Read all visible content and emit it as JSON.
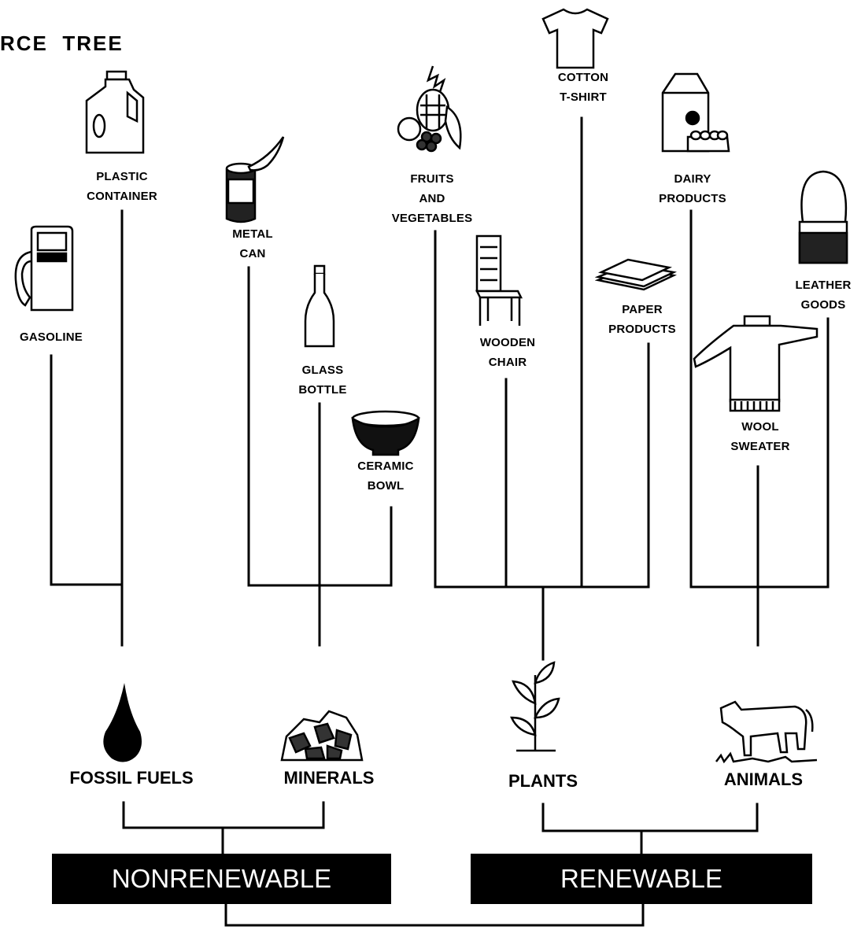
{
  "title": "RCE  TREE",
  "categories": {
    "nonrenewable": "NONRENEWABLE",
    "renewable": "RENEWABLE"
  },
  "sources": {
    "fossil_fuels": "FOSSIL FUELS",
    "minerals": "MINERALS",
    "plants": "PLANTS",
    "animals": "ANIMALS"
  },
  "products": {
    "plastic_container": "PLASTIC\nCONTAINER",
    "gasoline": "GASOLINE",
    "metal_can": "METAL\nCAN",
    "glass_bottle": "GLASS\nBOTTLE",
    "ceramic_bowl": "CERAMIC\nBOWL",
    "fruits_vegetables": "FRUITS\nAND\nVEGETABLES",
    "cotton_tshirt": "COTTON\nT-SHIRT",
    "wooden_chair": "WOODEN\nCHAIR",
    "paper_products": "PAPER\nPRODUCTS",
    "dairy_products": "DAIRY\nPRODUCTS",
    "leather_goods": "LEATHER\nGOODS",
    "wool_sweater": "WOOL\nSWEATER"
  }
}
